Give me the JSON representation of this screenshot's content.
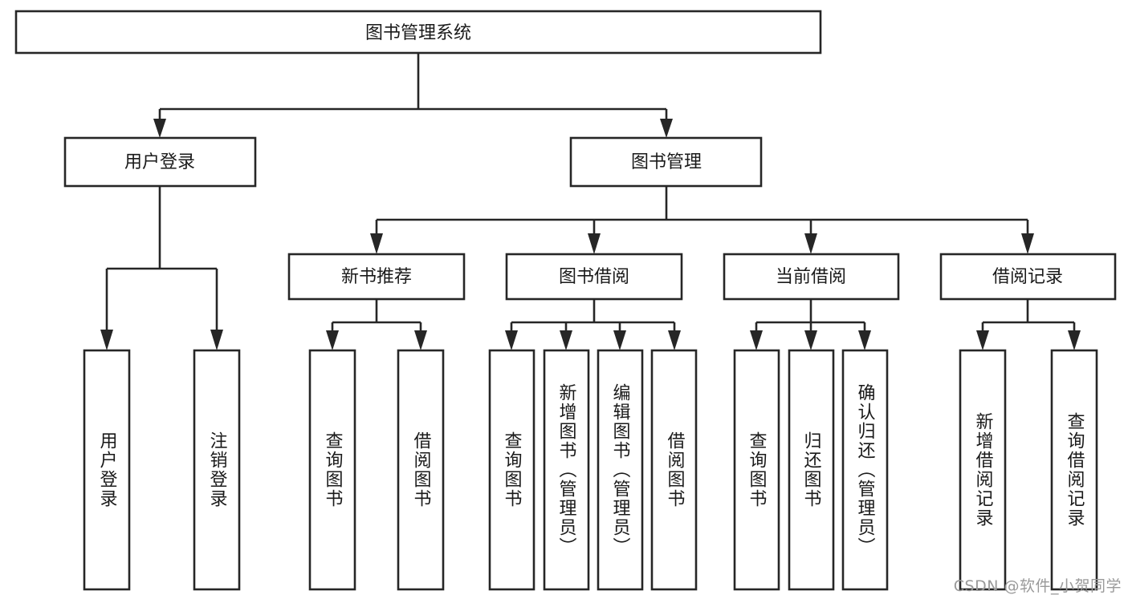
{
  "diagram": {
    "type": "tree",
    "title": "图书管理系统",
    "watermark": "CSDN @软件_小贺同学",
    "colors": {
      "box_stroke": "#262626",
      "box_fill": "#ffffff",
      "text": "#1a1a1a",
      "background": "#ffffff",
      "watermark": "#9a9a9a"
    },
    "nodes": {
      "root": {
        "label": "图书管理系统"
      },
      "level2": [
        {
          "label": "用户登录"
        },
        {
          "label": "图书管理"
        }
      ],
      "level3": [
        {
          "label": "新书推荐"
        },
        {
          "label": "图书借阅"
        },
        {
          "label": "当前借阅"
        },
        {
          "label": "借阅记录"
        }
      ],
      "leaves_user_login": [
        {
          "label": "用户登录"
        },
        {
          "label": "注销登录"
        }
      ],
      "leaves_new_book": [
        {
          "label": "查询图书"
        },
        {
          "label": "借阅图书"
        }
      ],
      "leaves_borrow": [
        {
          "label": "查询图书"
        },
        {
          "label": "新增图书（管理员）"
        },
        {
          "label": "编辑图书（管理员）"
        },
        {
          "label": "借阅图书"
        }
      ],
      "leaves_current": [
        {
          "label": "查询图书"
        },
        {
          "label": "归还图书"
        },
        {
          "label": "确认归还（管理员）"
        }
      ],
      "leaves_records": [
        {
          "label": "新增借阅记录"
        },
        {
          "label": "查询借阅记录"
        }
      ]
    }
  }
}
